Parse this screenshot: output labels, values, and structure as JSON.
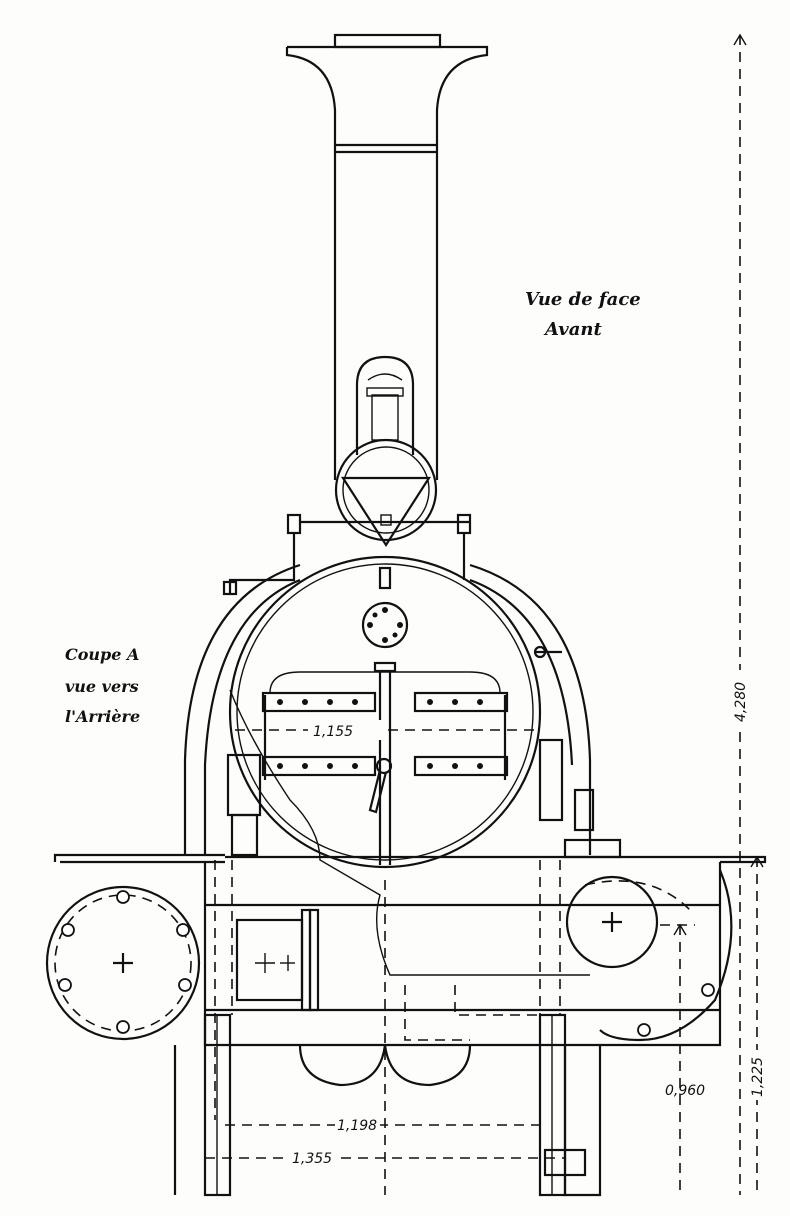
{
  "labels": {
    "front_view_line1": "Vue de face",
    "front_view_line2": "Avant",
    "section_line1": "Coupe A",
    "section_line2": "vue vers",
    "section_line3": "l'Arrière"
  },
  "dimensions": {
    "boiler_width": "1,155",
    "total_height": "4,280",
    "frame_height": "1,225",
    "axle_height": "0,960",
    "inner_gauge": "1,198",
    "outer_gauge": "1,355"
  }
}
